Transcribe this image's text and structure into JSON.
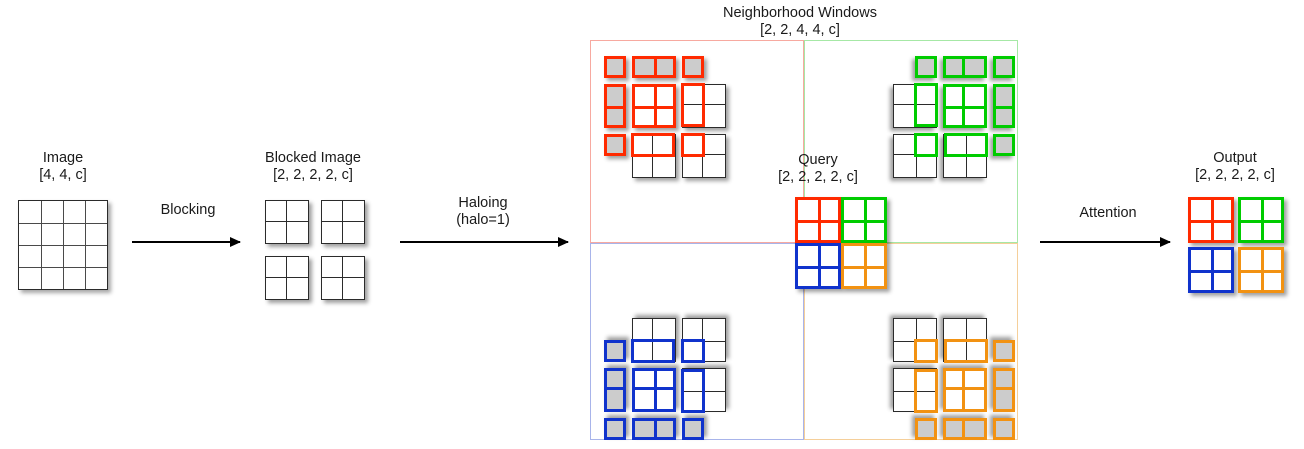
{
  "diagram": {
    "title_texts": {
      "image_label": "Image",
      "image_shape": "[4, 4, c]",
      "blocked_label": "Blocked Image",
      "blocked_shape": "[2, 2, 2, 2, c]",
      "neighborhood_label": "Neighborhood Windows",
      "neighborhood_shape": "[2, 2, 4, 4, c]",
      "query_label": "Query",
      "query_shape": "[2, 2, 2, 2, c]",
      "output_label": "Output",
      "output_shape": "[2, 2, 2, 2, c]"
    },
    "arrows": [
      {
        "label": "Blocking",
        "sublabel": ""
      },
      {
        "label": "Haloing",
        "sublabel": "(halo=1)"
      },
      {
        "label": "Attention",
        "sublabel": ""
      }
    ],
    "colors": {
      "red": "#ff2a00",
      "green": "#00cc00",
      "blue": "#1033cc",
      "orange": "#f29212",
      "black": "#2b2b2b",
      "pad_fill": "#cccccc",
      "panel_red": "#f7a9a0",
      "panel_green": "#a6e8a6",
      "panel_blue": "#a8b4ea",
      "panel_orange": "#f5cf9a",
      "background": "#ffffff"
    },
    "quadrants": [
      {
        "name": "top-left",
        "color_key": "red",
        "query_color": "#ff2a00"
      },
      {
        "name": "top-right",
        "color_key": "green",
        "query_color": "#00cc00"
      },
      {
        "name": "bottom-left",
        "color_key": "blue",
        "query_color": "#1033cc"
      },
      {
        "name": "bottom-right",
        "color_key": "orange",
        "query_color": "#f29212"
      }
    ],
    "image_grid": {
      "rows": 4,
      "cols": 4
    },
    "blocked_grid": {
      "blocks": 4,
      "rows_per_block": 2,
      "cols_per_block": 2
    },
    "query_grid": {
      "blocks": 4,
      "rows_per_block": 2,
      "cols_per_block": 2
    },
    "output_grid": {
      "blocks": 4,
      "rows_per_block": 2,
      "cols_per_block": 2
    }
  }
}
